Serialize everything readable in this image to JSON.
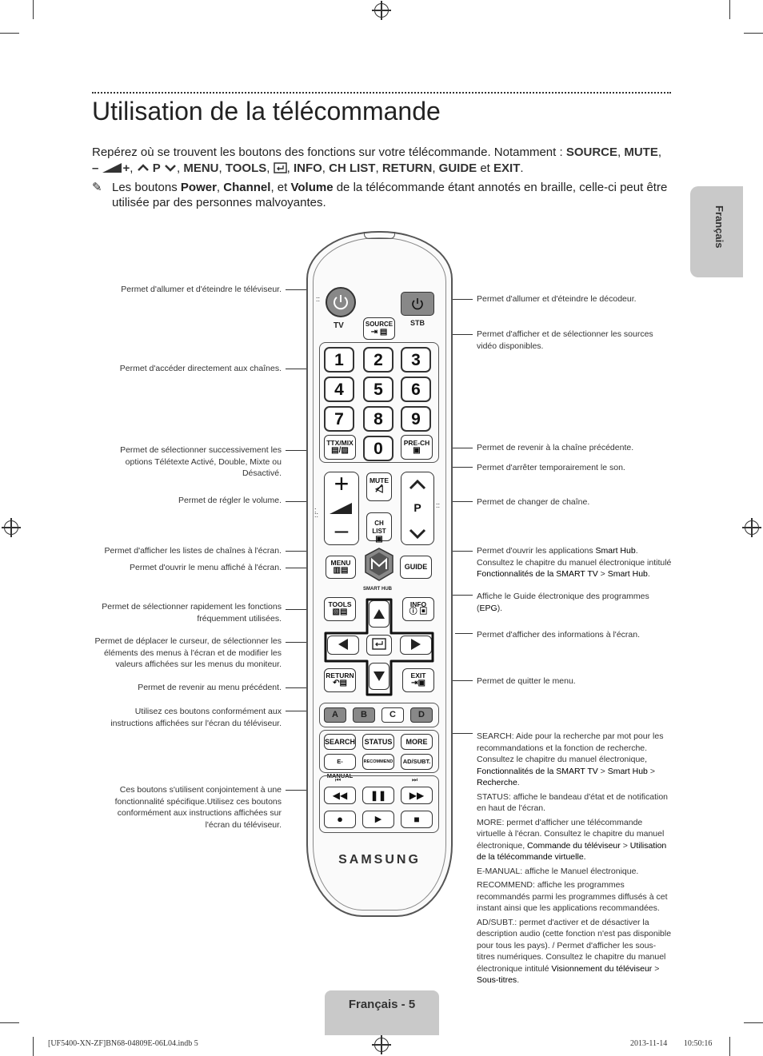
{
  "title": "Utilisation de la télécommande",
  "intro": {
    "t1": "Repérez où se trouvent les boutons des fonctions sur votre télécommande. Notamment : ",
    "source": "SOURCE",
    "t2": ", ",
    "mute": "MUTE",
    "t3": ", ",
    "vol_minus": "–",
    "vol_plus": "+",
    "t4": ", ",
    "p": "P",
    "t5": ", ",
    "menu": "MENU",
    "t6": ", ",
    "tools": "TOOLS",
    "t7": ", ",
    "t8": ", ",
    "info": "INFO",
    "t9": ", ",
    "chlist": "CH LIST",
    "t10": ", ",
    "return": "RETURN",
    "t11": ", ",
    "guide": "GUIDE",
    "t12": " et ",
    "exit": "EXIT",
    "t13": "."
  },
  "note": {
    "pen": "✎",
    "t1": "Les boutons ",
    "power": "Power",
    "t2": ", ",
    "channel": "Channel",
    "t3": ", et ",
    "volume": "Volume",
    "t4": " de la télécommande étant annotés en braille, celle-ci peut être utilisée par des personnes malvoyantes."
  },
  "side_tab": "Français",
  "left_labels": {
    "power_tv": "Permet d'allumer et d'éteindre le téléviseur.",
    "numbers": "Permet d'accéder directement aux chaînes.",
    "ttx": "Permet de sélectionner successivement les options Télétexte Activé, Double, Mixte ou Désactivé.",
    "volume": "Permet de régler le volume.",
    "chlist": "Permet d'afficher les listes de chaînes à l'écran.",
    "menu": "Permet d'ouvrir le menu affiché à l'écran.",
    "tools": "Permet de sélectionner rapidement les fonctions fréquemment utilisées.",
    "cursor": "Permet de déplacer le curseur, de sélectionner les éléments des menus à l'écran et de modifier les valeurs affichées sur les menus du moniteur.",
    "return": "Permet de revenir au menu précédent.",
    "colors": "Utilisez ces boutons conformément aux instructions affichées sur l'écran du téléviseur.",
    "media": "Ces boutons s'utilisent conjointement à une fonctionnalité spécifique.Utilisez ces boutons conformément aux instructions affichées sur l'écran du téléviseur."
  },
  "right_labels": {
    "power_stb": "Permet d'allumer et d'éteindre le décodeur.",
    "source": "Permet d'afficher et de sélectionner les sources vidéo disponibles.",
    "prech": "Permet de revenir à la chaîne précédente.",
    "mute": "Permet d'arrêter temporairement le son.",
    "channel": "Permet de changer de chaîne.",
    "smarthub_1": "Permet d'ouvrir les applications ",
    "smarthub_2": "Smart Hub",
    "smarthub_3": ".",
    "smarthub_4": "Consultez le chapitre du manuel électronique intitulé ",
    "smarthub_5": "Fonctionnalités de la SMART TV",
    "smarthub_6": " > ",
    "smarthub_7": "Smart Hub",
    "smarthub_8": ".",
    "guide_1": "Affiche le Guide électronique des programmes (",
    "guide_2": "EPG",
    "guide_3": ").",
    "info": "Permet d'afficher des informations à l'écran.",
    "exit": "Permet de quitter le menu.",
    "search_1": "SEARCH",
    "search_2": ": Aide pour la recherche par mot pour les recommandations et la fonction de recherche. Consultez le chapitre du manuel électronique, ",
    "search_3": "Fonctionnalités de la SMART TV",
    "search_4": " > ",
    "search_5": "Smart Hub",
    "search_6": " > ",
    "search_7": "Recherche",
    "search_8": ".",
    "status_1": "STATUS",
    "status_2": ": affiche le bandeau d'état et de notification en haut de l'écran.",
    "more_1": "MORE",
    "more_2": ": permet d'afficher une télécommande virtuelle à l'écran. Consultez le chapitre du manuel électronique, ",
    "more_3": "Commande du téléviseur",
    "more_4": " > ",
    "more_5": "Utilisation de la télécommande virtuelle.",
    "emanual_1": "E-MANUAL",
    "emanual_2": ": affiche le Manuel électronique.",
    "recommend_1": "RECOMMEND",
    "recommend_2": ": affiche les programmes recommandés parmi les programmes diffusés à cet instant ainsi que les applications recommandées.",
    "adsubt_1": "AD/SUBT.",
    "adsubt_2": ": permet d'activer et de désactiver la description audio (cette fonction n'est pas disponible pour tous les pays). / Permet d'afficher les sous-titres numériques. Consultez le chapitre du manuel électronique intitulé ",
    "adsubt_3": "Visionnement du téléviseur",
    "adsubt_4": " > ",
    "adsubt_5": "Sous-titres",
    "adsubt_6": "."
  },
  "remote": {
    "tv": "TV",
    "stb": "STB",
    "source": "SOURCE",
    "digits": [
      "1",
      "2",
      "3",
      "4",
      "5",
      "6",
      "7",
      "8",
      "9"
    ],
    "zero": "0",
    "ttx": "TTX/MIX",
    "prech": "PRE-CH",
    "plus": "+",
    "minus": "–",
    "mute": "MUTE",
    "chlist": "CH LIST",
    "p": "P",
    "menu": "MENU",
    "smarthub": "SMART HUB",
    "guide": "GUIDE",
    "tools": "TOOLS",
    "info": "INFO",
    "return": "RETURN",
    "exit": "EXIT",
    "colors": [
      "A",
      "B",
      "C",
      "D"
    ],
    "search": "SEARCH",
    "status": "STATUS",
    "more": "MORE",
    "emanual": "E-MANUAL",
    "recommend": "RECOMMEND",
    "adsubt": "AD/SUBT.",
    "brand": "SAMSUNG"
  },
  "page": "Français - 5",
  "footer": {
    "left": "[UF5400-XN-ZF]BN68-04809E-06L04.indb   5",
    "right": "2013-11-14   ￿￿ 10:50:16"
  },
  "colors": {
    "tab_gray": "#c9c9c9",
    "key_dark": "#888888"
  }
}
